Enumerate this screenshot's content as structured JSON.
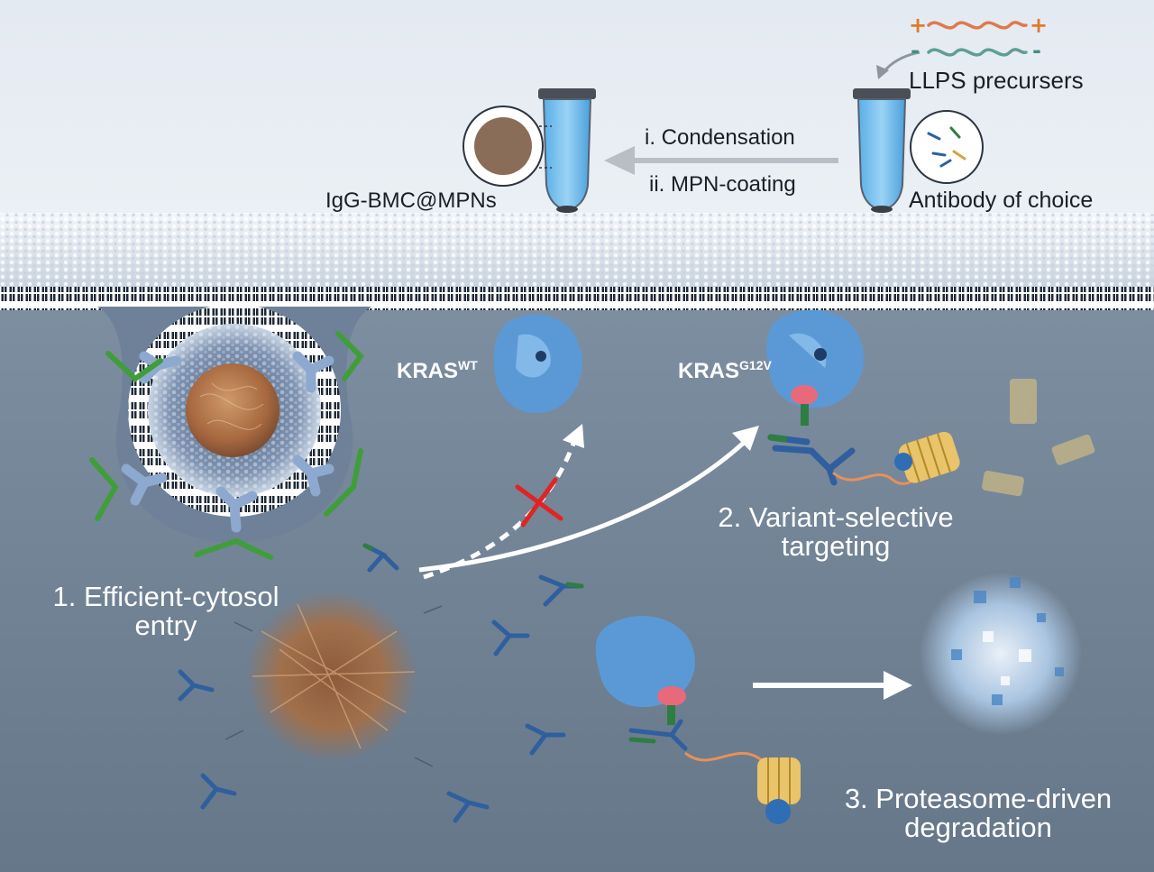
{
  "labels": {
    "llps": "LLPS precursers",
    "condensation": "i. Condensation",
    "mpn_coating": "ii. MPN-coating",
    "product": "IgG-BMC@MPNs",
    "antibody": "Antibody of choice",
    "kras_wt_main": "KRAS",
    "kras_wt_sup": "WT",
    "kras_mut_main": "KRAS",
    "kras_mut_sup": "G12V",
    "step1_line1": "1. Efficient-cytosol",
    "step1_line2": "entry",
    "step2_line1": "2. Variant-selective",
    "step2_line2": "targeting",
    "step3_line1": "3. Proteasome-driven",
    "step3_line2": "degradation"
  },
  "charges": {
    "plus": "+",
    "minus": "-"
  },
  "colors": {
    "cytosol": "#6f8296",
    "sky": "#e9eef4",
    "protein": "#5b99d6",
    "antibody_blue": "#2f5f9e",
    "antibody_green": "#2e7d43",
    "green_ligand": "#3f9e3a",
    "condensate": "#b57a4e",
    "proteasome": "#e9c46a",
    "block_cross": "#e02424",
    "arrow_white": "#ffffff",
    "arrow_grey": "#b9bec5"
  },
  "icons": [
    "tube-icon",
    "antibody-icon",
    "proteasome-icon",
    "red-x-icon",
    "vesicle-icon",
    "condensate-icon"
  ]
}
